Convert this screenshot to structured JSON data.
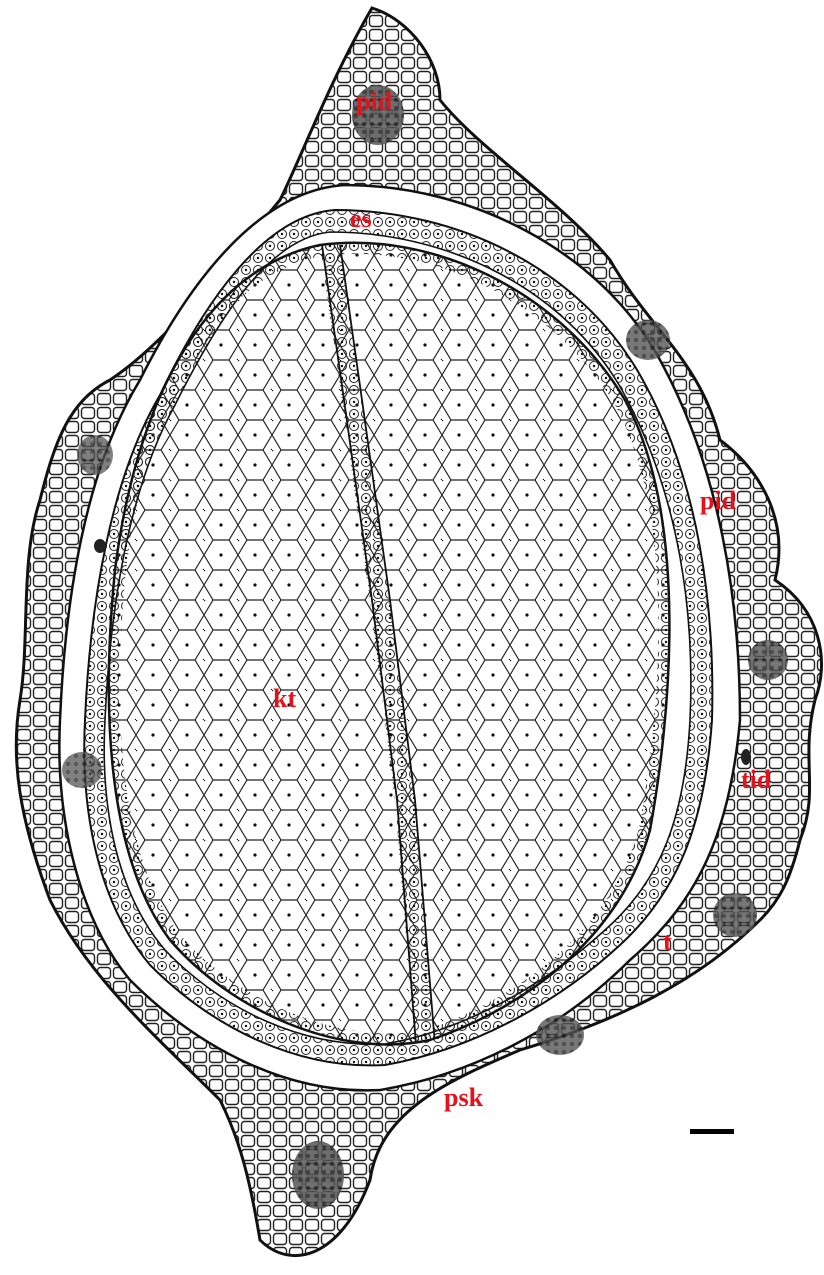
{
  "figure": {
    "label_color": "#e8111b",
    "line_color": "#111111",
    "labels": {
      "pid_top": "pid",
      "es": "es",
      "pid_right": "pid",
      "kt": "kt",
      "tid": "tid",
      "t": "t",
      "psk": "psk"
    },
    "scale_bar": "scale-bar"
  }
}
